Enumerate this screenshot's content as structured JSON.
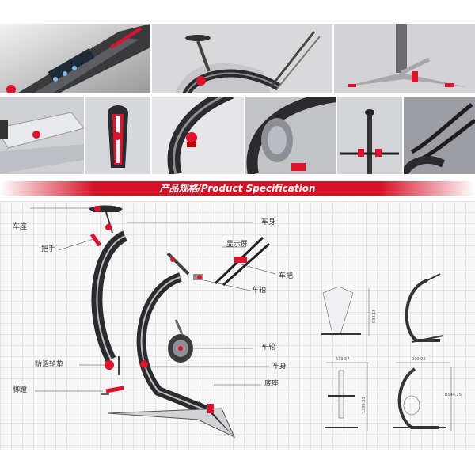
{
  "banner": {
    "title_cn": "产品规格",
    "title_sep": "/",
    "title_en": "Product Specification"
  },
  "labels": {
    "seat": "车座",
    "handle": "把手",
    "body_top": "车身",
    "display": "显示屏",
    "handlebar": "车把",
    "axle": "车轴",
    "wheel": "车轮",
    "body_bottom": "车身",
    "antiskid_pad": "防滑轮垫",
    "pedal": "脚蹬",
    "base": "底座"
  },
  "dimensions": {
    "side_height": "938.15",
    "front_width": "539.57",
    "front_height": "1399.93",
    "side_length": "979.93",
    "side_radius": "R544.25"
  },
  "colors": {
    "accent": "#e0112a",
    "frame": "#2b2b2e",
    "chrome": "#b9bcc2",
    "banner": "#d51226"
  }
}
